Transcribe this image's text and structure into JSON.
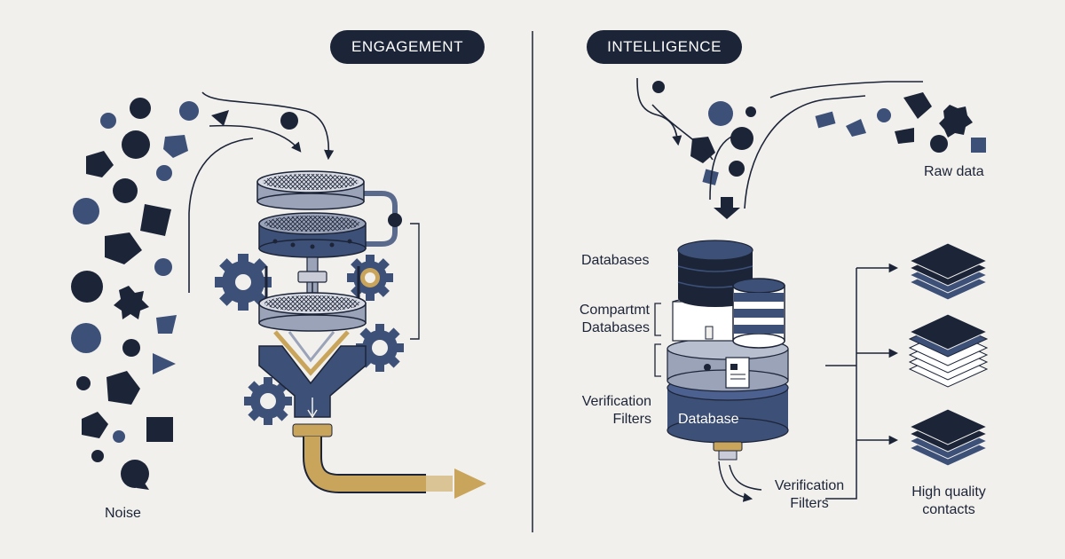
{
  "sections": {
    "left": {
      "title": "ENGAGEMENT"
    },
    "right": {
      "title": "INTELLIGENCE"
    }
  },
  "labels": {
    "noise": "Noise",
    "raw_data": "Raw data",
    "databases": "Databases",
    "compartmt_databases_line1": "Compartmt",
    "compartmt_databases_line2": "Databases",
    "verification_filters_left_line1": "Verification",
    "verification_filters_left_line2": "Filters",
    "database": "Database",
    "verification_filters_bottom_line1": "Verification",
    "verification_filters_bottom_line2": "Filters",
    "high_quality_line1": "High quality",
    "high_quality_line2": "contacts"
  },
  "colors": {
    "background": "#f2f0ec",
    "navy": "#1c2438",
    "slate": "#3d5078",
    "light_slate": "#9aa3b8",
    "gold": "#c9a55c"
  }
}
